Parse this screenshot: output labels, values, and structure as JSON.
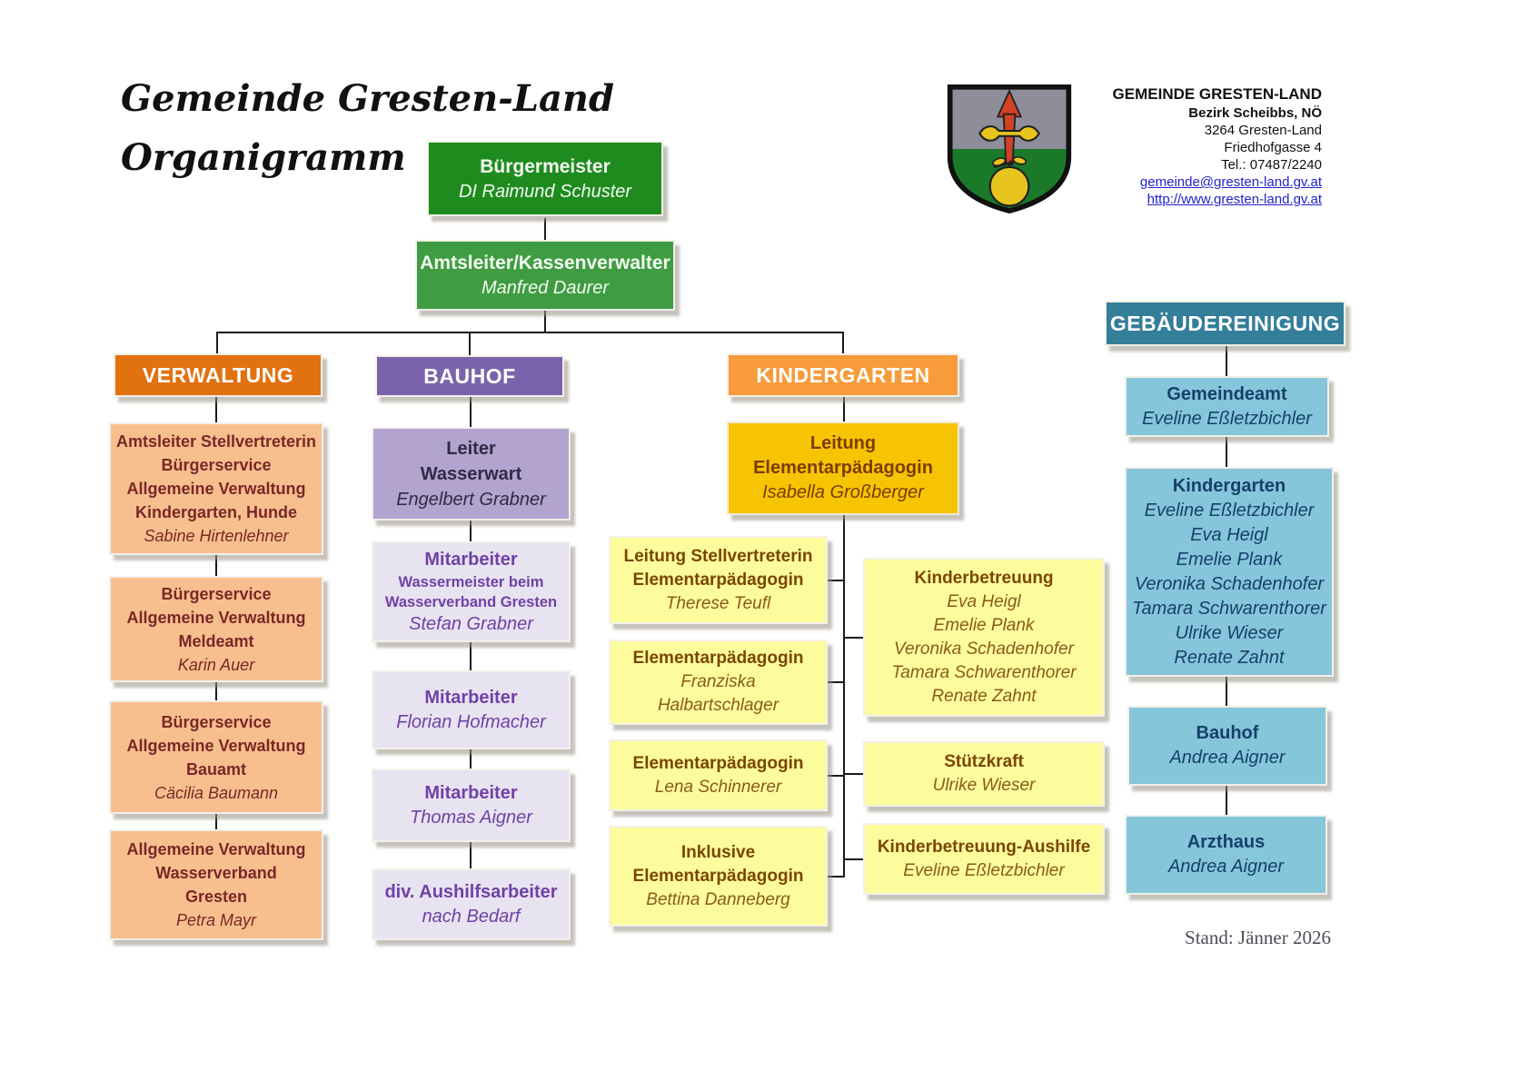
{
  "page": {
    "title_line1": "Gemeinde Gresten-Land",
    "title_line2": "Organigramm",
    "stand_note": "Stand: Jänner 2026"
  },
  "contact": {
    "name": "GEMEINDE GRESTEN-LAND",
    "district": "Bezirk Scheibbs, NÖ",
    "city": "3264 Gresten-Land",
    "street": "Friedhofgasse 4",
    "phone": "Tel.: 07487/2240",
    "email": "gemeinde@gresten-land.gv.at",
    "website": "http://www.gresten-land.gv.at"
  },
  "top": {
    "buergermeister": {
      "title": "Bürgermeister",
      "name": "DI Raimund Schuster"
    },
    "amtsleiter": {
      "title": "Amtsleiter/Kassenverwalter",
      "name": "Manfred Daurer"
    }
  },
  "verwaltung": {
    "header": "VERWALTUNG",
    "boxes": [
      {
        "lines": [
          "Amtsleiter Stellvertreterin",
          "Bürgerservice",
          "Allgemeine Verwaltung",
          "Kindergarten, Hunde"
        ],
        "name": "Sabine Hirtenlehner"
      },
      {
        "lines": [
          "Bürgerservice",
          "Allgemeine Verwaltung",
          "Meldeamt"
        ],
        "name": "Karin Auer"
      },
      {
        "lines": [
          "Bürgerservice",
          "Allgemeine Verwaltung",
          "Bauamt"
        ],
        "name": "Cäcilia Baumann"
      },
      {
        "lines": [
          "Allgemeine Verwaltung",
          "Wasserverband",
          "Gresten"
        ],
        "name": "Petra Mayr"
      }
    ]
  },
  "bauhof": {
    "header": "BAUHOF",
    "leiter": {
      "lines": [
        "Leiter",
        "Wasserwart"
      ],
      "name": "Engelbert Grabner"
    },
    "mitarbeiter1": {
      "title": "Mitarbeiter",
      "sub1": "Wassermeister beim",
      "sub2": "Wasserverband Gresten",
      "name": "Stefan Grabner"
    },
    "mitarbeiter2": {
      "title": "Mitarbeiter",
      "name": "Florian Hofmacher"
    },
    "mitarbeiter3": {
      "title": "Mitarbeiter",
      "name": "Thomas Aigner"
    },
    "aushilfe": {
      "title": "div. Aushilfsarbeiter",
      "name": "nach Bedarf"
    }
  },
  "kindergarten": {
    "header": "KINDERGARTEN",
    "leitung": {
      "line1": "Leitung",
      "line2": "Elementarpädagogin",
      "name": "Isabella Großberger"
    },
    "left_boxes": [
      {
        "lines": [
          "Leitung Stellvertreterin",
          "Elementarpädagogin"
        ],
        "names": [
          "Therese Teufl"
        ]
      },
      {
        "lines": [
          "Elementarpädagogin"
        ],
        "names": [
          "Franziska",
          "Halbartschlager"
        ]
      },
      {
        "lines": [
          "Elementarpädagogin"
        ],
        "names": [
          "Lena Schinnerer"
        ]
      },
      {
        "lines": [
          "Inklusive",
          "Elementarpädagogin"
        ],
        "names": [
          "Bettina Danneberg"
        ]
      }
    ],
    "right_boxes": [
      {
        "title": "Kinderbetreuung",
        "names": [
          "Eva Heigl",
          "Emelie Plank",
          "Veronika Schadenhofer",
          "Tamara Schwarenthorer",
          "Renate Zahnt"
        ]
      },
      {
        "title": "Stützkraft",
        "names": [
          "Ulrike Wieser"
        ]
      },
      {
        "title": "Kinderbetreuung-Aushilfe",
        "names": [
          "Eveline Eßletzbichler"
        ]
      }
    ]
  },
  "gebaeudereinigung": {
    "header": "GEBÄUDEREINIGUNG",
    "boxes": [
      {
        "title": "Gemeindeamt",
        "names": [
          "Eveline Eßletzbichler"
        ]
      },
      {
        "title": "Kindergarten",
        "names": [
          "Eveline Eßletzbichler",
          "Eva Heigl",
          "Emelie Plank",
          "Veronika Schadenhofer",
          "Tamara Schwarenthorer",
          "Ulrike Wieser",
          "Renate Zahnt"
        ]
      },
      {
        "title": "Bauhof",
        "names": [
          "Andrea Aigner"
        ]
      },
      {
        "title": "Arzthaus",
        "names": [
          "Andrea Aigner"
        ]
      }
    ]
  },
  "colors": {
    "buergermeister_green": "#1f8b1f",
    "amtsleiter_green": "#3f9c42",
    "verwaltung_orange": "#e2710f",
    "verwaltung_peach": "#f7bf8e",
    "bauhof_purple": "#7b63ac",
    "bauhof_lilac": "#b2a4cf",
    "bauhof_lavender": "#e7e3f1",
    "kindergarten_orange": "#f89b3b",
    "kindergarten_gold": "#f7c403",
    "kindergarten_yellow": "#fcfc9d",
    "gebaeude_teal": "#337e99",
    "gebaeude_blue": "#85c6da",
    "link_blue": "#2222cc"
  }
}
